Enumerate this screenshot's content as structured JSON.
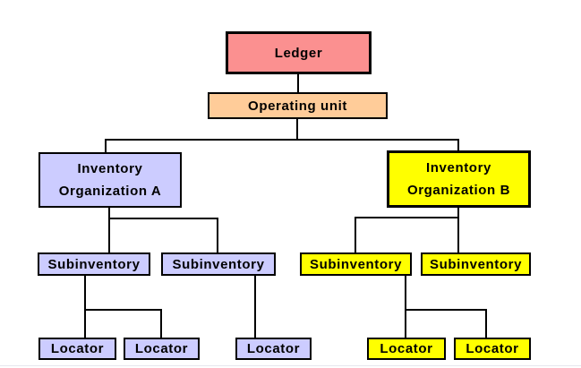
{
  "diagram": {
    "type": "hierarchy",
    "colors": {
      "ledger_fill": "#fb9090",
      "operating_unit_fill": "#ffcc99",
      "org_a_fill": "#ccccff",
      "org_b_fill": "#ffff00",
      "border": "#000000",
      "text": "#000000",
      "background": "#ffffff"
    },
    "nodes": {
      "ledger": {
        "label": "Ledger"
      },
      "operating_unit": {
        "label": "Operating unit"
      },
      "inv_org_a": {
        "line1": "Inventory",
        "line2": "Organization A"
      },
      "inv_org_b": {
        "line1": "Inventory",
        "line2": "Organization B"
      },
      "subinventory_a1": {
        "label": "Subinventory"
      },
      "subinventory_a2": {
        "label": "Subinventory"
      },
      "subinventory_b1": {
        "label": "Subinventory"
      },
      "subinventory_b2": {
        "label": "Subinventory"
      },
      "locator_a1": {
        "label": "Locator"
      },
      "locator_a2": {
        "label": "Locator"
      },
      "locator_a3": {
        "label": "Locator"
      },
      "locator_b1": {
        "label": "Locator"
      },
      "locator_b2": {
        "label": "Locator"
      }
    },
    "edges": [
      [
        "ledger",
        "operating_unit"
      ],
      [
        "operating_unit",
        "inv_org_a"
      ],
      [
        "operating_unit",
        "inv_org_b"
      ],
      [
        "inv_org_a",
        "subinventory_a1"
      ],
      [
        "inv_org_a",
        "subinventory_a2"
      ],
      [
        "inv_org_b",
        "subinventory_b1"
      ],
      [
        "inv_org_b",
        "subinventory_b2"
      ],
      [
        "subinventory_a1",
        "locator_a1"
      ],
      [
        "subinventory_a1",
        "locator_a2"
      ],
      [
        "subinventory_a2",
        "locator_a3"
      ],
      [
        "subinventory_b1",
        "locator_b1"
      ],
      [
        "subinventory_b1",
        "locator_b2"
      ]
    ]
  }
}
